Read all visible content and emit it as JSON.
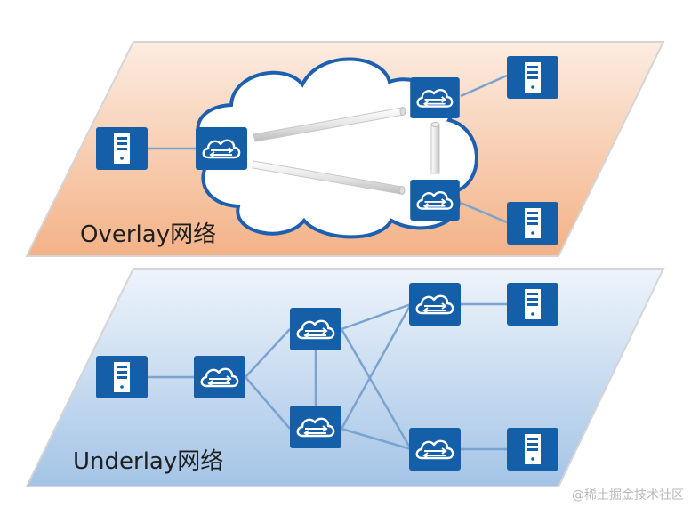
{
  "overlay": {
    "label": "Overlay网络",
    "colors": {
      "plane_top": "#fbe6d8",
      "plane_bottom": "#f4b489",
      "border": "#cfcfcf"
    }
  },
  "underlay": {
    "label": "Underlay网络",
    "colors": {
      "plane_top": "#eaf2fb",
      "plane_bottom": "#a8c7e8",
      "border": "#cfcfcf"
    }
  },
  "colors": {
    "device": "#155ea8",
    "device_border": "#0e4c8c",
    "link": "#7aa3d0",
    "cloud_stroke": "#1d5fb0",
    "tunnel": "#e9e9e9"
  },
  "icons": {
    "server": "server-icon",
    "router": "cloud-router-icon"
  },
  "watermark": "@稀土掘金技术社区"
}
